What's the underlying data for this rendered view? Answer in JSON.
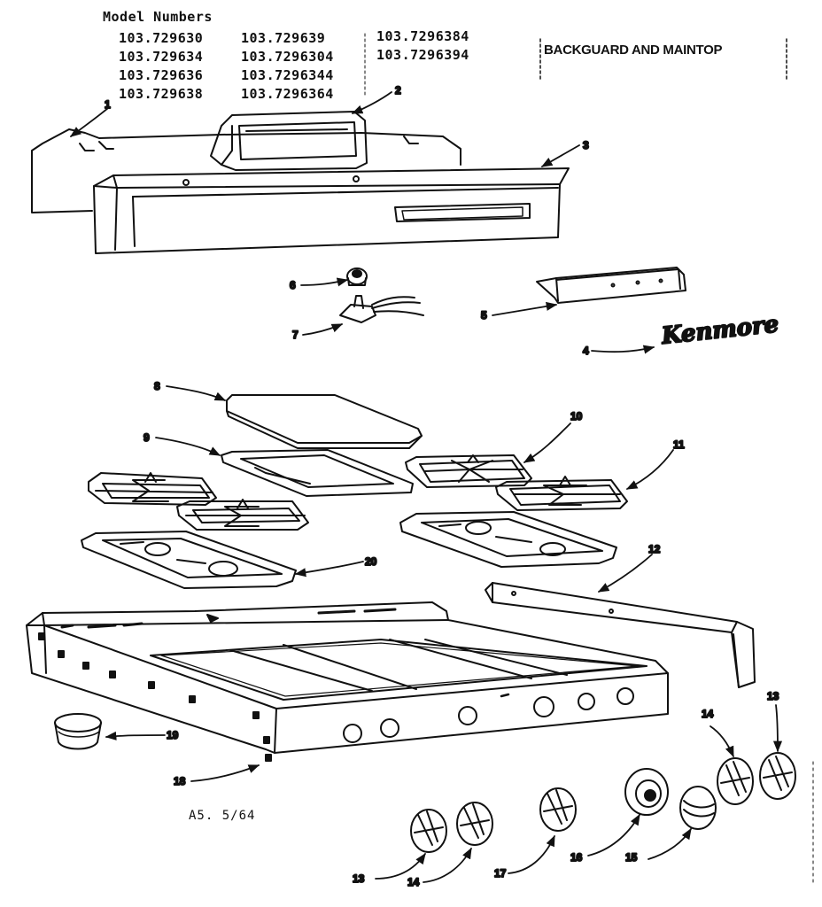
{
  "header": {
    "model_heading": "Model Numbers",
    "model_columns": [
      [
        "103.729630",
        "103.729634",
        "103.729636",
        "103.729638"
      ],
      [
        "103.729639",
        "103.7296304",
        "103.7296344",
        "103.7296364"
      ],
      [
        "103.7296384",
        "103.7296394"
      ]
    ],
    "section_title": "BACKGUARD AND MAINTOP"
  },
  "brand_script": "Kenmore",
  "callouts": [
    "1",
    "2",
    "3",
    "4",
    "5",
    "6",
    "7",
    "8",
    "9",
    "10",
    "11",
    "12",
    "13",
    "13",
    "14",
    "14",
    "15",
    "16",
    "17",
    "18",
    "19",
    "20"
  ],
  "footer": {
    "code": "A5.  5/64"
  }
}
